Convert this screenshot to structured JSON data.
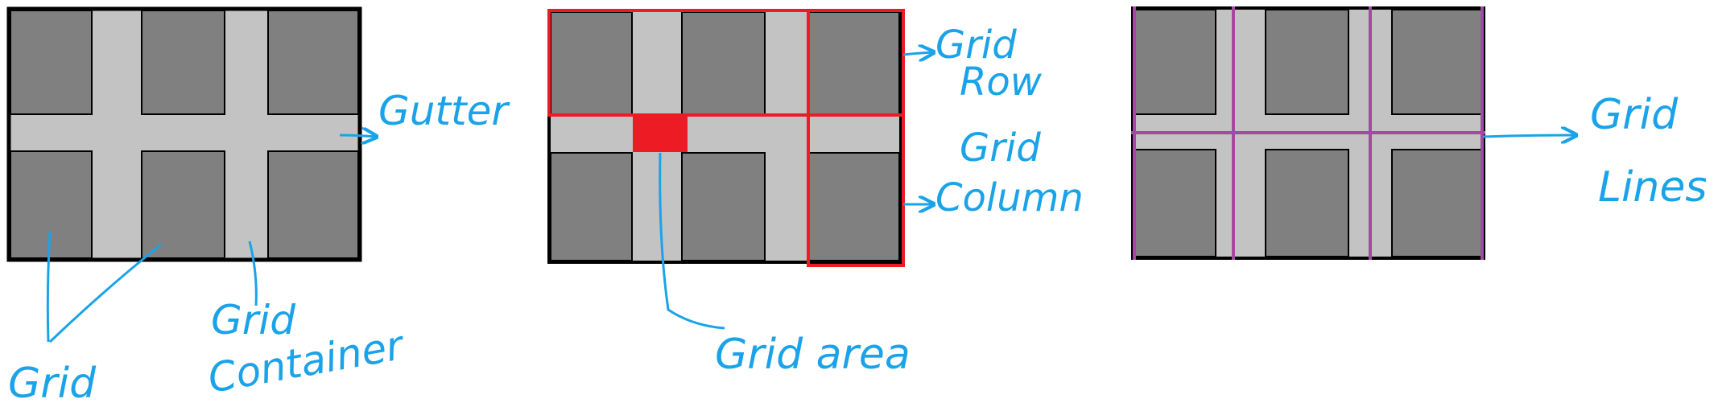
{
  "labels": {
    "gutter": "Gutter",
    "grid": "Grid",
    "grid_container_line1": "Grid",
    "grid_container_line2": "Container",
    "grid_row_line1": "Grid",
    "grid_row_line2": "Row",
    "grid_column_line1": "Grid",
    "grid_column_line2": "Column",
    "grid_area": "Grid area",
    "grid_lines_line1": "Grid",
    "grid_lines_line2": "Lines"
  },
  "colors": {
    "cell": "#808080",
    "gutter": "#c3c3c3",
    "border": "#000000",
    "annotation": "#1aa3e8",
    "highlight": "#ed1c24",
    "grid_line": "#a349a4"
  }
}
